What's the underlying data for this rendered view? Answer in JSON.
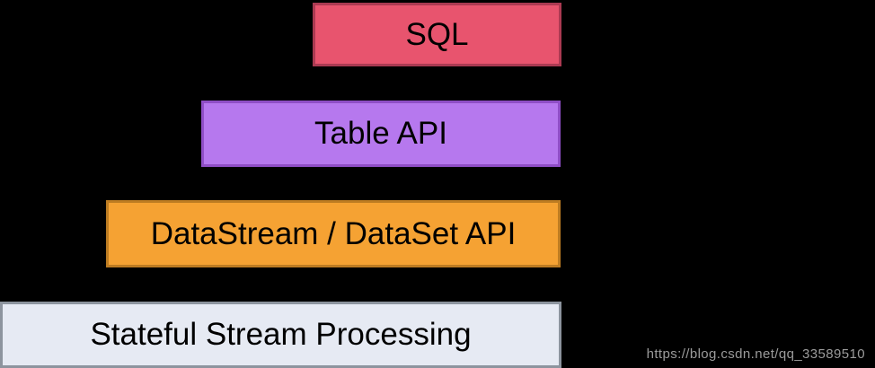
{
  "background": "#000000",
  "diagram": {
    "name": "api-layer-stack",
    "layers": [
      {
        "id": "sql",
        "label": "SQL",
        "fill": "#e8546e",
        "border": "#ab3a52"
      },
      {
        "id": "table-api",
        "label": "Table API",
        "fill": "#b678ee",
        "border": "#8f4ec6"
      },
      {
        "id": "datastream",
        "label": "DataStream / DataSet API",
        "fill": "#f5a233",
        "border": "#bd7c22"
      },
      {
        "id": "stateful",
        "label": "Stateful Stream Processing",
        "fill": "#e6eaf3",
        "border": "#8d949e"
      }
    ],
    "text_color": "#000000"
  },
  "watermark": {
    "text": "https://blog.csdn.net/qq_33589510",
    "color": "#9b9b9b"
  }
}
